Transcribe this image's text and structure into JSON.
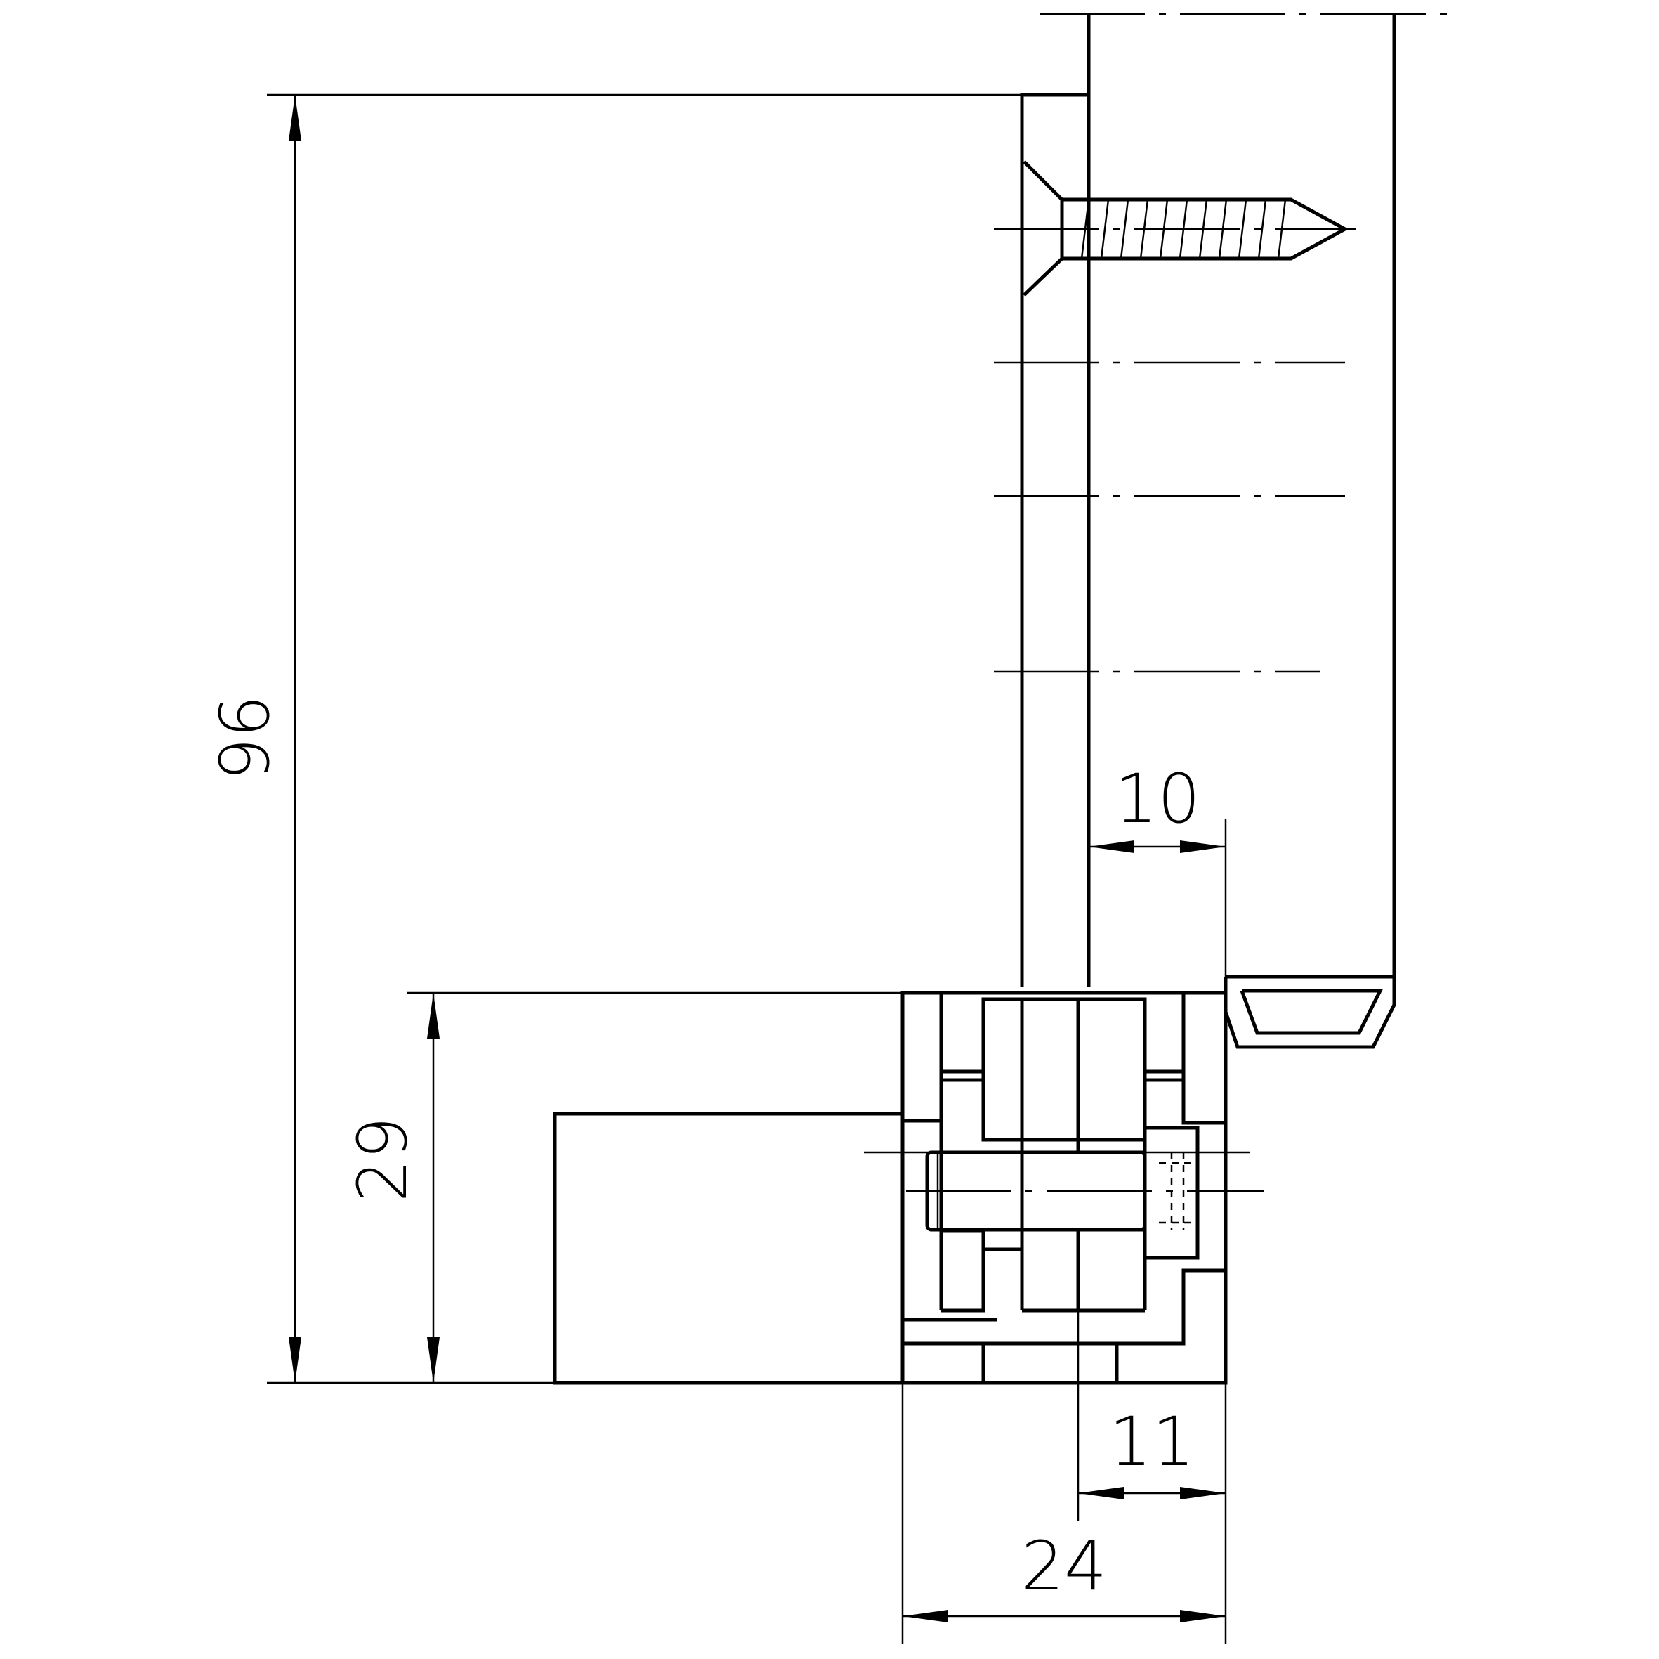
{
  "drawing": {
    "dimensions": {
      "height_total": "96",
      "height_body": "29",
      "offset_top": "10",
      "offset_bottom": "11",
      "width_body": "24"
    }
  }
}
